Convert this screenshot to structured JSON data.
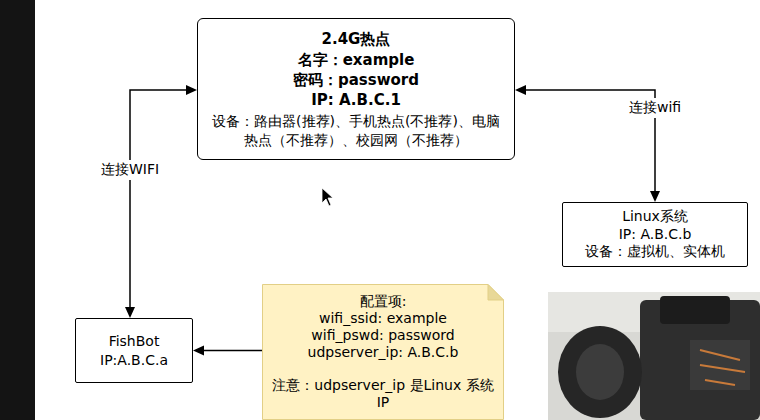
{
  "diagram": {
    "nodes": [
      {
        "text": [
          "2.4G热点",
          "名字：example",
          "密码：password",
          "IP: A.B.C.1",
          "设备：路由器(推荐)、手机热点(不推荐)、电脑热点（不推荐）、校园网（不推荐）"
        ]
      },
      {
        "text": [
          "Linux系统",
          "IP: A.B.C.b",
          "设备：虚拟机、实体机"
        ]
      },
      {
        "text": [
          "配置项:",
          "wifi_ssid: example",
          "wifi_pswd: password",
          "udpserver_ip: A.B.C.b",
          "注意：udpserver_ip 是Linux 系统IP"
        ]
      },
      {
        "text": [
          "FishBot",
          "IP:A.B.C.a"
        ]
      }
    ],
    "edges": [
      {
        "from": 0,
        "to": 3,
        "label": "连接WIFI",
        "arrow": "both"
      },
      {
        "from": 0,
        "to": 1,
        "label": "连接wifi",
        "arrow": "both"
      },
      {
        "from": 2,
        "to": 3,
        "arrow": "to"
      }
    ]
  }
}
